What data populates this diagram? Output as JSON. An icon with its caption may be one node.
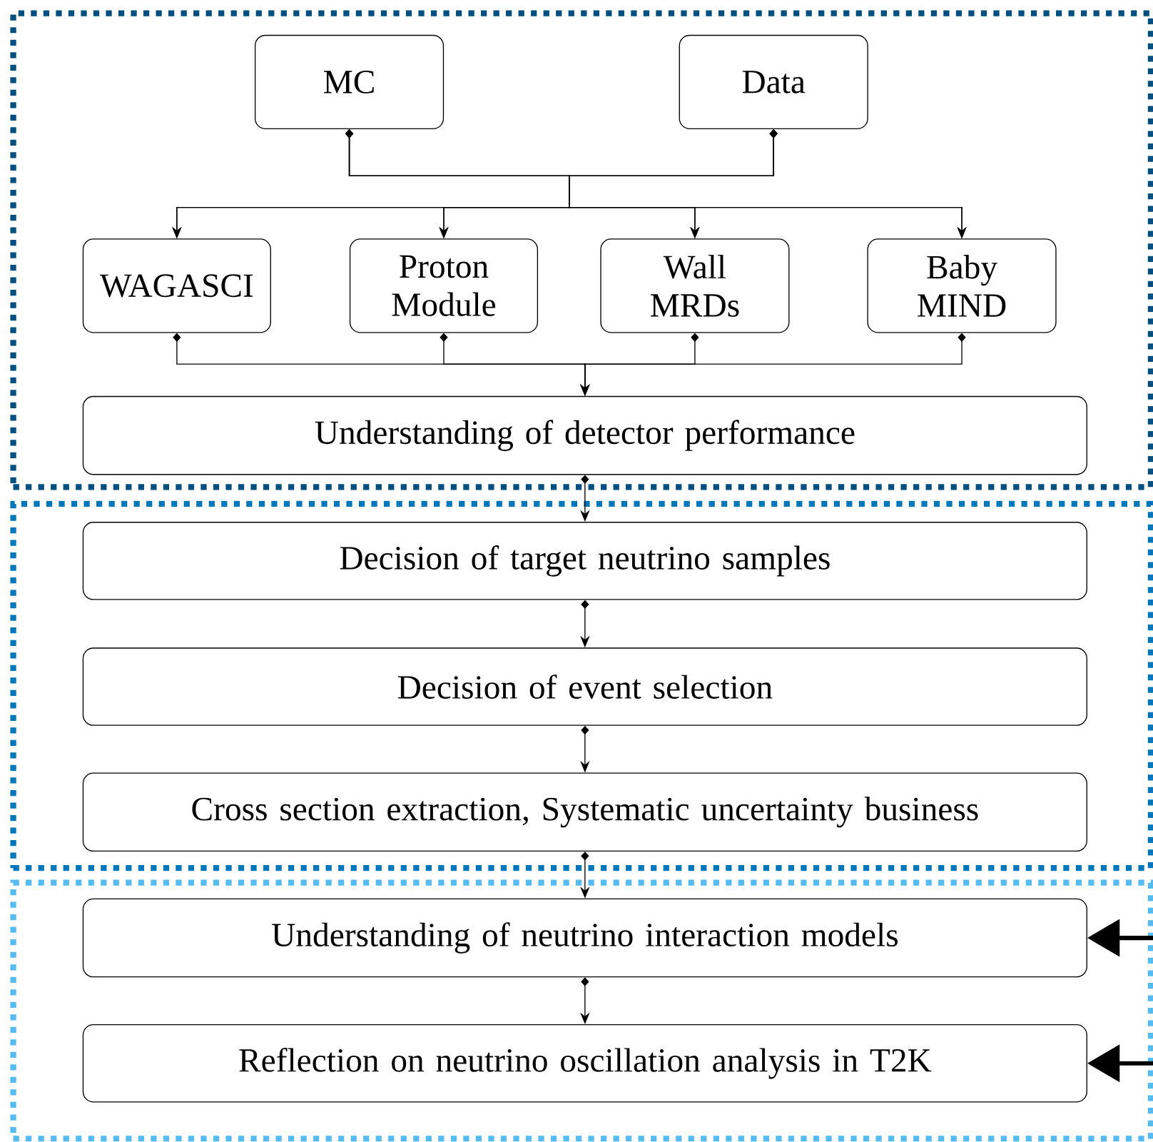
{
  "diagram": {
    "nodes": [
      {
        "text": [],
        "shape": "box"
      },
      {
        "text": [
          "MC"
        ],
        "in": 0
      },
      {
        "text": [
          "Data"
        ],
        "in": 0
      },
      {
        "text": [
          "WAGASCI"
        ],
        "in": 0
      },
      {
        "text": [
          "Proton Module"
        ],
        "in": 0
      },
      {
        "text": [
          "Wall MRDs"
        ],
        "in": 0
      },
      {
        "text": [
          "Baby MIND"
        ],
        "in": 0
      },
      {
        "text": [
          "Understanding of detector performance"
        ],
        "in": 0
      },
      {
        "text": [],
        "shape": "box"
      },
      {
        "text": [
          "Decision of target neutrino samples"
        ],
        "in": 8
      },
      {
        "text": [
          "Decision of event selection"
        ],
        "in": 8
      },
      {
        "text": [
          "Cross section extraction, Systematic uncertainty business"
        ],
        "in": 8
      },
      {
        "text": [],
        "shape": "box"
      },
      {
        "text": [
          "Understanding of neutrino interaction models"
        ],
        "in": 12
      },
      {
        "text": [
          "Reflection on neutrino oscillation analysis in T2K"
        ],
        "in": 12
      }
    ],
    "edges": [
      {
        "from": 1,
        "to": 3,
        "arrow": "to"
      },
      {
        "from": 1,
        "to": 4,
        "arrow": "to"
      },
      {
        "from": 1,
        "to": 5,
        "arrow": "to"
      },
      {
        "from": 1,
        "to": 6,
        "arrow": "to"
      },
      {
        "from": 2,
        "to": 3,
        "arrow": "to"
      },
      {
        "from": 2,
        "to": 4,
        "arrow": "to"
      },
      {
        "from": 2,
        "to": 5,
        "arrow": "to"
      },
      {
        "from": 2,
        "to": 6,
        "arrow": "to"
      },
      {
        "from": 3,
        "to": 7,
        "arrow": "to"
      },
      {
        "from": 4,
        "to": 7,
        "arrow": "to"
      },
      {
        "from": 5,
        "to": 7,
        "arrow": "to"
      },
      {
        "from": 6,
        "to": 7,
        "arrow": "to"
      },
      {
        "from": 7,
        "to": 9,
        "arrow": "to"
      },
      {
        "from": 9,
        "to": 10,
        "arrow": "to"
      },
      {
        "from": 10,
        "to": 11,
        "arrow": "to"
      },
      {
        "from": 11,
        "to": 13,
        "arrow": "to"
      },
      {
        "from": 13,
        "to": 14,
        "arrow": "to"
      },
      {
        "from": null,
        "to": 13,
        "arrow": "to",
        "style": "thick"
      },
      {
        "from": null,
        "to": 14,
        "arrow": "to",
        "style": "thick"
      }
    ]
  }
}
